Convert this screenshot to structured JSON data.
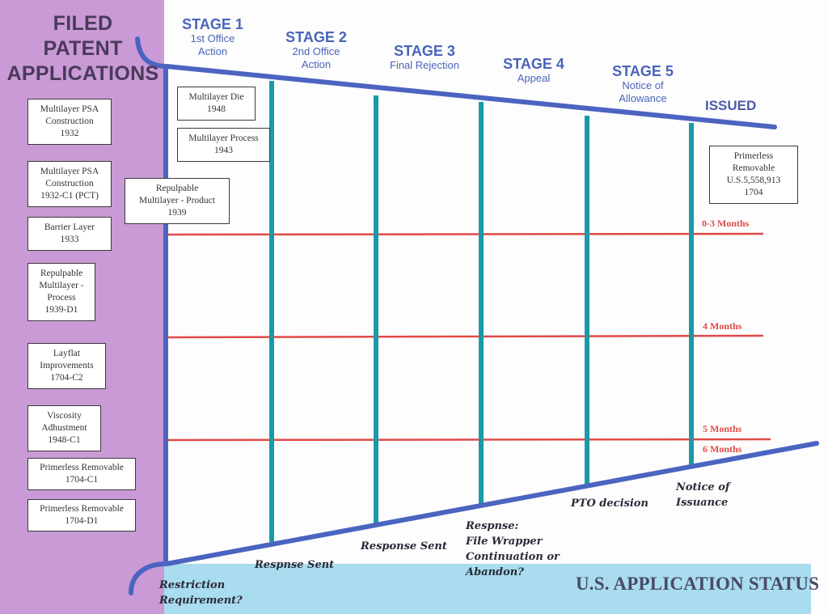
{
  "title": "FILED PATENT APPLICATIONS",
  "title_lines": [
    "FILED",
    "PATENT",
    "APPLICATIONS"
  ],
  "filed_applications": [
    {
      "name": "Multilayer PSA Construction",
      "code": "1932",
      "lines": [
        "Multilayer PSA",
        "Construction",
        "1932"
      ]
    },
    {
      "name": "Multilayer PSA Construction",
      "code": "1932-C1 (PCT)",
      "lines": [
        "Multilayer PSA",
        "Construction",
        "1932-C1 (PCT)"
      ]
    },
    {
      "name": "Barrier Layer",
      "code": "1933",
      "lines": [
        "Barrier Layer",
        "1933"
      ]
    },
    {
      "name": "Repulpable Multilayer - Process",
      "code": "1939-D1",
      "lines": [
        "Repulpable",
        "Multilayer -",
        "Process",
        "1939-D1"
      ]
    },
    {
      "name": "Layflat Improvements",
      "code": "1704-C2",
      "lines": [
        "Layflat",
        "Improvements",
        "1704-C2"
      ]
    },
    {
      "name": "Viscosity Adhustment",
      "code": "1948-C1",
      "lines": [
        "Viscosity",
        "Adhustment",
        "1948-C1"
      ]
    },
    {
      "name": "Primerless Removable",
      "code": "1704-C1",
      "lines": [
        "Primerless Removable",
        "1704-C1"
      ]
    },
    {
      "name": "Primerless Removable",
      "code": "1704-D1",
      "lines": [
        "Primerless Removable",
        "1704-D1"
      ]
    }
  ],
  "stage1_applications": [
    {
      "lines": [
        "Multilayer Die",
        "1948"
      ]
    },
    {
      "lines": [
        "Multilayer Process",
        "1943"
      ]
    },
    {
      "lines": [
        "Repulpable",
        "Multilayer - Product",
        "1939"
      ]
    }
  ],
  "stages": [
    {
      "title": "STAGE 1",
      "subtitle_lines": [
        "1st Office",
        "Action"
      ]
    },
    {
      "title": "STAGE 2",
      "subtitle_lines": [
        "2nd Office",
        "Action"
      ]
    },
    {
      "title": "STAGE 3",
      "subtitle_lines": [
        "Final Rejection"
      ]
    },
    {
      "title": "STAGE 4",
      "subtitle_lines": [
        "Appeal"
      ]
    },
    {
      "title": "STAGE 5",
      "subtitle_lines": [
        "Notice of",
        "Allowance"
      ]
    }
  ],
  "issued": {
    "label": "ISSUED",
    "patent": {
      "lines": [
        "Primerless",
        "Removable",
        "U.S.5,558,913",
        "1704"
      ]
    }
  },
  "time_markers": [
    "0-3 Months",
    "4 Months",
    "5 Months",
    "6 Months"
  ],
  "bottom_notes": [
    {
      "lines": [
        "Restriction",
        "Requirement?"
      ]
    },
    {
      "lines": [
        "Respnse Sent"
      ]
    },
    {
      "lines": [
        "Response Sent"
      ]
    },
    {
      "lines": [
        "Respnse:",
        "File Wrapper",
        "Continuation or",
        "Abandon?"
      ]
    },
    {
      "lines": [
        "PTO decision"
      ]
    },
    {
      "lines": [
        "Notice of",
        "Issuance"
      ]
    }
  ],
  "footer": "U.S. APPLICATION STATUS",
  "colors": {
    "purple_panel": "#c99ad6",
    "funnel_blue": "#4a64c0",
    "stage_teal": "#1a9aa8",
    "month_red": "#e04a48",
    "status_band": "#a8dcee"
  }
}
